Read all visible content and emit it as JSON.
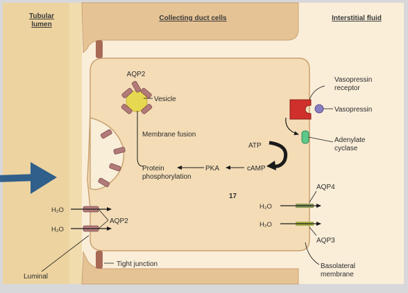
{
  "headers": {
    "lumen_line1": "Tubular",
    "lumen_line2": "lumen",
    "cells": "Collecting duct cells",
    "interstitial": "Interstitial fluid"
  },
  "labels": {
    "aqp2_vesicle": "AQP2",
    "vesicle": "Vesicle",
    "membrane_fusion": "Membrane fusion",
    "vasopressin_receptor_line1": "Vasopressin",
    "vasopressin_receptor_line2": "receptor",
    "vasopressin": "Vasopressin",
    "adenylate_line1": "Adenylate",
    "adenylate_line2": "cyclase",
    "atp": "ATP",
    "camp": "cAMP",
    "pka": "PKA",
    "protein_line1": "Protein",
    "protein_line2": "phosphorylation",
    "page_number": "17",
    "aqp4": "AQP4",
    "aqp3": "AQP3",
    "aqp2_membrane": "AQP2",
    "h2o_1": "H₂O",
    "h2o_2": "H₂O",
    "h2o_3": "H₂O",
    "h2o_4": "H₂O",
    "tight_junction": "Tight junction",
    "luminal": "Luminal",
    "basolateral_line1": "Basolateral",
    "basolateral_line2": "membrane"
  },
  "colors": {
    "background": "#d8d8da",
    "lumen": "#edd3a0",
    "cell_fill": "#f3dcb6",
    "cell_top": "#e6c394",
    "interstitial": "#faeed9",
    "aqp_channel": "#b37a7a",
    "receptor": "#d0302b",
    "vasopressin": "#8a7fc0",
    "adenylate_cyclase": "#5ec78a",
    "vesicle": "#e6d850",
    "pointer_arrow": "#2f5f8a",
    "aqp4_band": "#8a9a5a",
    "aqp3_band": "#a8b048"
  },
  "icons": {
    "big_arrow": "blue-pointer-arrow",
    "receptor": "vasopressin-receptor-icon",
    "hormone": "vasopressin-molecule-icon",
    "enzyme": "adenylate-cyclase-icon"
  }
}
